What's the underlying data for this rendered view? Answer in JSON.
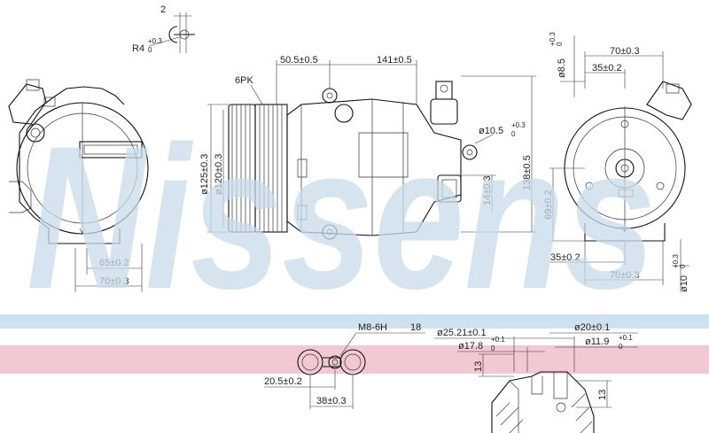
{
  "watermark": {
    "brand": "Nissens",
    "band_blue": "#cfe0ee",
    "band_pink": "#f2c9d2",
    "letter_color": "#c9dbeb"
  },
  "left_view": {
    "width_outer": "70±0.3",
    "width_inner": "65±0.2"
  },
  "top_detail": {
    "gap": "2",
    "radius": "R4",
    "radius_tol_upper": "+0.3",
    "radius_tol_lower": "0"
  },
  "front_view": {
    "pulley_label": "6PK",
    "length_a": "50.5±0.5",
    "length_b": "141±0.5",
    "pulley_outer": "ø125±0.3",
    "pulley_inner": "ø120±0.3",
    "mount_hole": "ø10.5",
    "mount_hole_tol_upper": "+0.3",
    "mount_hole_tol_lower": "0",
    "height_port": "138±0.5",
    "height_small": "14±0.3"
  },
  "right_view": {
    "hole_dia": "ø8.5",
    "hole_tol_upper": "+0.3",
    "hole_tol_lower": "0",
    "width_top_outer": "70±0.3",
    "width_top_inner": "35±0.2",
    "height_center": "69±0.2",
    "width_bottom_inner": "35±0.2",
    "width_bottom_outer": "70±0.3",
    "bottom_hole": "ø10",
    "bottom_hole_tol_upper": "+0.3",
    "bottom_hole_tol_lower": "0"
  },
  "port_detail": {
    "thread": "M8-6H",
    "thread_depth": "18",
    "spacing_small": "20.5±0.2",
    "spacing_large": "38±0.3"
  },
  "section_detail": {
    "dia_a": "ø25.21±0.1",
    "dia_b": "ø17.8",
    "dia_b_tol_upper": "+0.1",
    "dia_b_tol_lower": "0",
    "dia_c": "ø20±0.1",
    "dia_d": "ø11.9",
    "dia_d_tol_upper": "+0.1",
    "dia_d_tol_lower": "0",
    "depth_left": "13",
    "depth_right": "13"
  }
}
